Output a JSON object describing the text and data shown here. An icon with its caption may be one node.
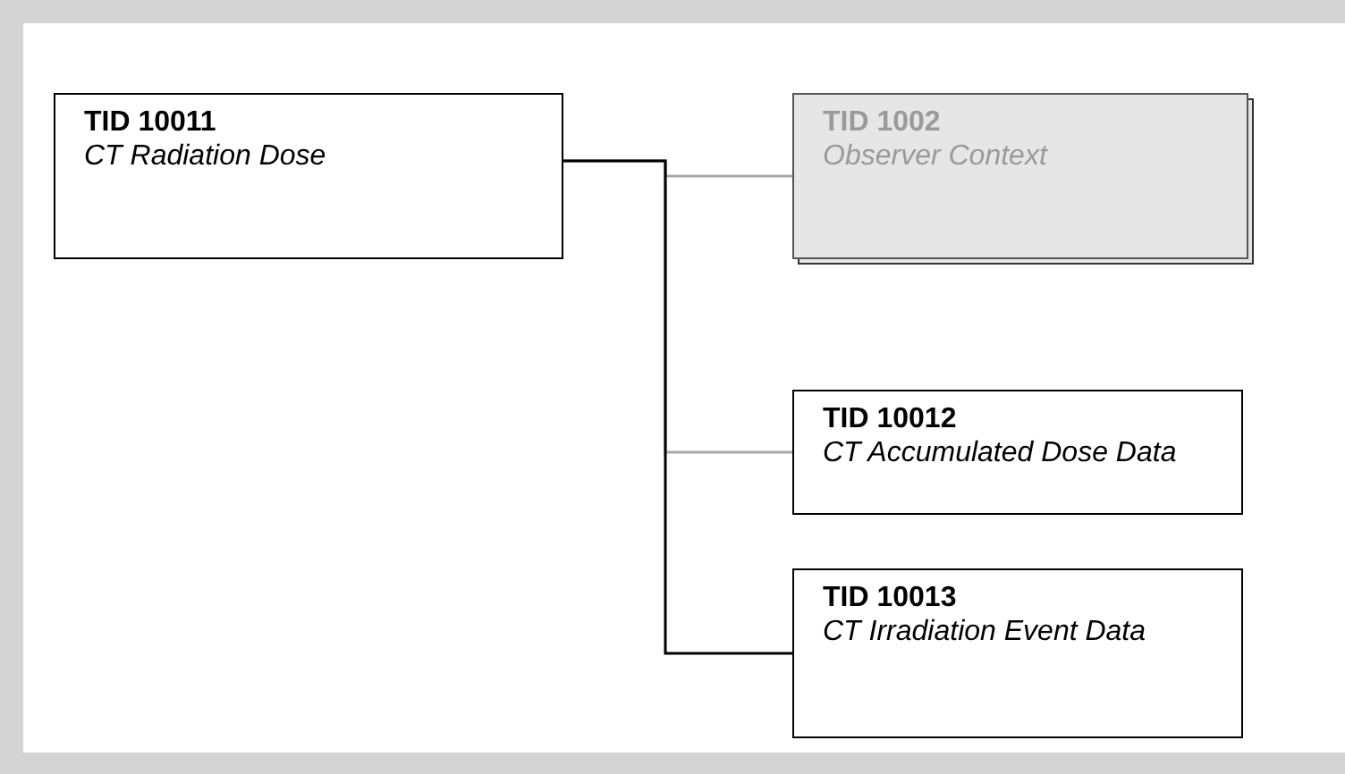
{
  "diagram": {
    "nodes": [
      {
        "text": [
          "TID 10011",
          "CT Radiation Dose"
        ]
      },
      {
        "text": [
          "TID 1002",
          "Observer Context"
        ]
      },
      {
        "text": [
          "TID 10012",
          "CT Accumulated Dose Data"
        ]
      },
      {
        "text": [
          "TID 10013",
          "CT Irradiation Event Data"
        ]
      }
    ],
    "edges": [
      {
        "from": 0,
        "to": 1,
        "arrow": "none"
      },
      {
        "from": 0,
        "to": 2,
        "arrow": "none"
      },
      {
        "from": 0,
        "to": 3,
        "arrow": "none",
        "color": "#000000"
      }
    ]
  }
}
